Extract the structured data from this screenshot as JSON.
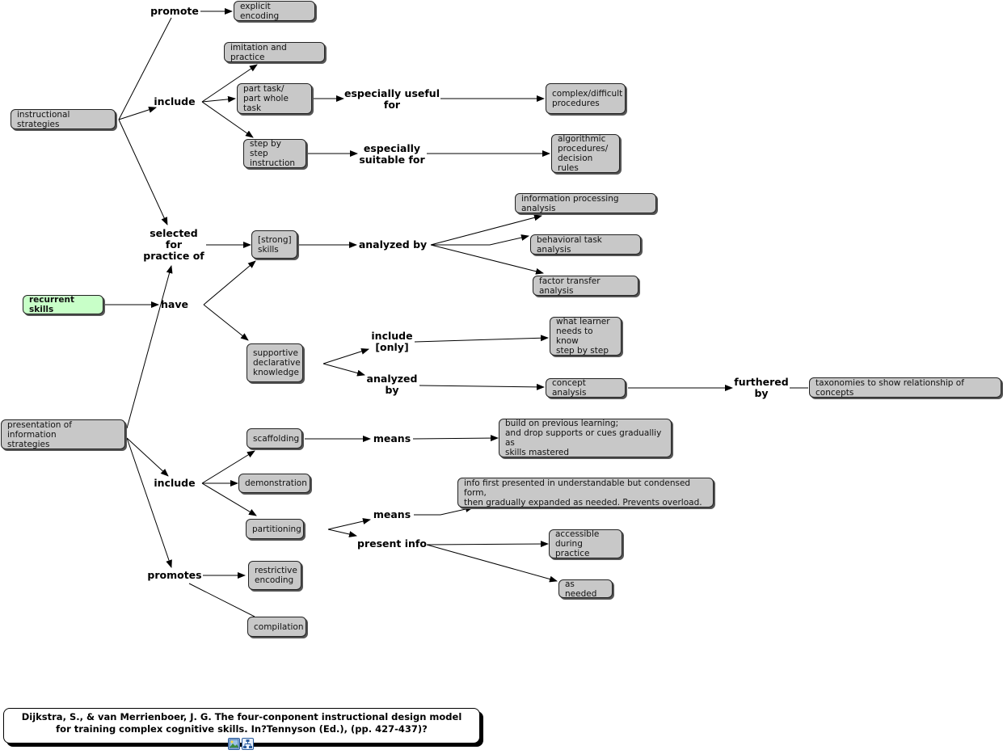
{
  "nodes": {
    "explicit_encoding": "explicit encoding",
    "imitation_practice": "imitation and practice",
    "instructional_strategies": "instructional strategies",
    "part_task": "part task/\npart whole task",
    "complex_procedures": "complex/difficult\nprocedures",
    "step_by_step": "step by step\ninstruction",
    "algorithmic": "algorithmic\nprocedures/\ndecision rules",
    "info_processing": "information processing analysis",
    "strong_skills": "[strong]\nskills",
    "behavioral": "behavioral task analysis",
    "factor_transfer": "factor transfer analysis",
    "recurrent_skills": "recurrent skills",
    "what_learner": "what learner\nneeds to know\nstep by step",
    "supportive": "supportive\ndeclarative\nknowledge",
    "concept_analysis": "concept analysis",
    "taxonomies": "taxonomies to show relationship of concepts",
    "presentation": "presentation of information\nstrategies",
    "scaffolding": "scaffolding",
    "build_on": "build on previous learning;\nand drop supports or cues gradualliy as\nskills mastered",
    "demonstration": "demonstration",
    "info_first": "info first presented in understandable but condensed form,\nthen gradually expanded as needed. Prevents overload.",
    "partitioning": "partitioning",
    "accessible": "accessible\nduring practice",
    "as_needed": "as needed",
    "restrictive": "restrictive\nencoding",
    "compilation": "compilation"
  },
  "links": {
    "promote": "promote",
    "include_1": "include",
    "especially_useful": "especially useful\nfor",
    "especially_suitable": "especially\nsuitable for",
    "selected_for": "selected\nfor\npractice of",
    "analyzed_by_1": "analyzed by",
    "have": "have",
    "include_only": "include\n[only]",
    "analyzed_by_2": "analyzed\nby",
    "furthered_by": "furthered\nby",
    "means_1": "means",
    "include_2": "include",
    "means_2": "means",
    "present_info": "present info",
    "promotes": "promotes"
  },
  "citation": "Dijkstra, S., & van Merrienboer,  J. G. The four-conponent instructional design model\nfor training complex cognitive skills. In?Tennyson (Ed.), (pp. 427-437)?",
  "icons": [
    "image-resource-icon",
    "concept-map-resource-icon"
  ]
}
